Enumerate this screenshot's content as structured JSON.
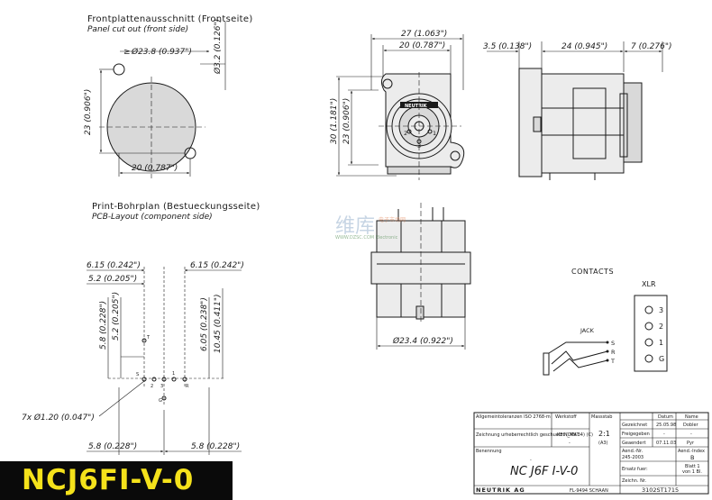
{
  "panel": {
    "title_de": "Frontplattenausschnitt (Frontseite)",
    "title_en": "Panel cut out (front side)",
    "dim_dia": "Ø23.8 (0.937\")",
    "dim_dia_prefix": "≥",
    "dim_hole": "Ø3.2 (0.126\")",
    "dim_height": "23 (0.906\")",
    "dim_width": "20 (0.787\")"
  },
  "pcb": {
    "title_de": "Print-Bohrplan (Bestueckungsseite)",
    "title_en": "PCB-Layout (component side)",
    "dim_left_615": "6.15 (0.242\")",
    "dim_right_615": "6.15 (0.242\")",
    "dim_52_h": "5.2 (0.205\")",
    "dim_58_v": "5.8 (0.228\")",
    "dim_52_v": "5.2 (0.205\")",
    "dim_605_v": "6.05 (0.238\")",
    "dim_1045_v": "10.45 (0.411\")",
    "hole_note": "7x Ø1.20 (0.047\")",
    "dim_bottom_left": "5.8 (0.228\")",
    "dim_bottom_right": "5.8 (0.228\")",
    "pin_labels": [
      "T",
      "S",
      "3",
      "1",
      "2",
      "R",
      "G"
    ]
  },
  "front": {
    "dim_27": "27 (1.063\")",
    "dim_20": "20 (0.787\")",
    "dim_30": "30 (1.181\")",
    "dim_23": "23 (0.906\")",
    "brand": "NEUTRIK",
    "pin_numbers": [
      "2",
      "1",
      "3"
    ]
  },
  "side": {
    "dim_35": "3.5 (0.138\")",
    "dim_24": "24 (0.945\")",
    "dim_7": "7 (0.276\")"
  },
  "bottom": {
    "dim_dia": "Ø23.4 (0.922\")"
  },
  "watermark": {
    "top": "维库",
    "sub": "电子市场网",
    "line2": "WWW.DZSC.COM Electronic"
  },
  "contacts": {
    "title": "CONTACTS",
    "xlr_label": "XLR",
    "xlr_pins": [
      "3",
      "2",
      "1",
      "G"
    ],
    "jack_label": "JACK",
    "jack_pins": [
      "S",
      "R",
      "T"
    ]
  },
  "title_block": {
    "r1c1": "Allgemeintoleranzen ISO 2768-m",
    "r2c1": "Zeichnung urheberrechtlich geschuetzt (DIN 34) (C)",
    "werkstoff_label": "Werkstoff",
    "werkstoff_value": "KEIN_MAT",
    "werkstoff_dash": "-",
    "massstab_label": "Massstab",
    "massstab_value": "2:1",
    "massstab_size": "(A3)",
    "benennung_label": "Benennung",
    "benennung_dash": "-",
    "benennung_value": "NC J6F I-V-0",
    "company": "NEUTRIK AG",
    "company_addr": "FL-9494 SCHAAN",
    "datum_label": "Datum",
    "name_label": "Name",
    "gezeichnet_label": "Gezeichnet",
    "gezeichnet_date": "25.05.98",
    "gezeichnet_name": "Dobler",
    "freigegeben_label": "Freigegeben",
    "freigegeben_date": "-",
    "freigegeben_name": "-",
    "geaendert_label": "Geaendert",
    "geaendert_date": "07.11.03",
    "geaendert_name": "Pyr",
    "aend_nr_label": "Aend.-Nr.",
    "aend_nr_value": "245-2003",
    "aend_index_label": "Aend.-Index",
    "aend_index_value": "B",
    "ersatz_label": "Ersatz fuer:",
    "blatt_label": "Blatt 1",
    "blatt_value": "von 1 Bl.",
    "zeichn_label": "Zeichn. Nr.",
    "zeichn_value": "3102ST1715"
  },
  "part_number": "NCJ6FI-V-0"
}
